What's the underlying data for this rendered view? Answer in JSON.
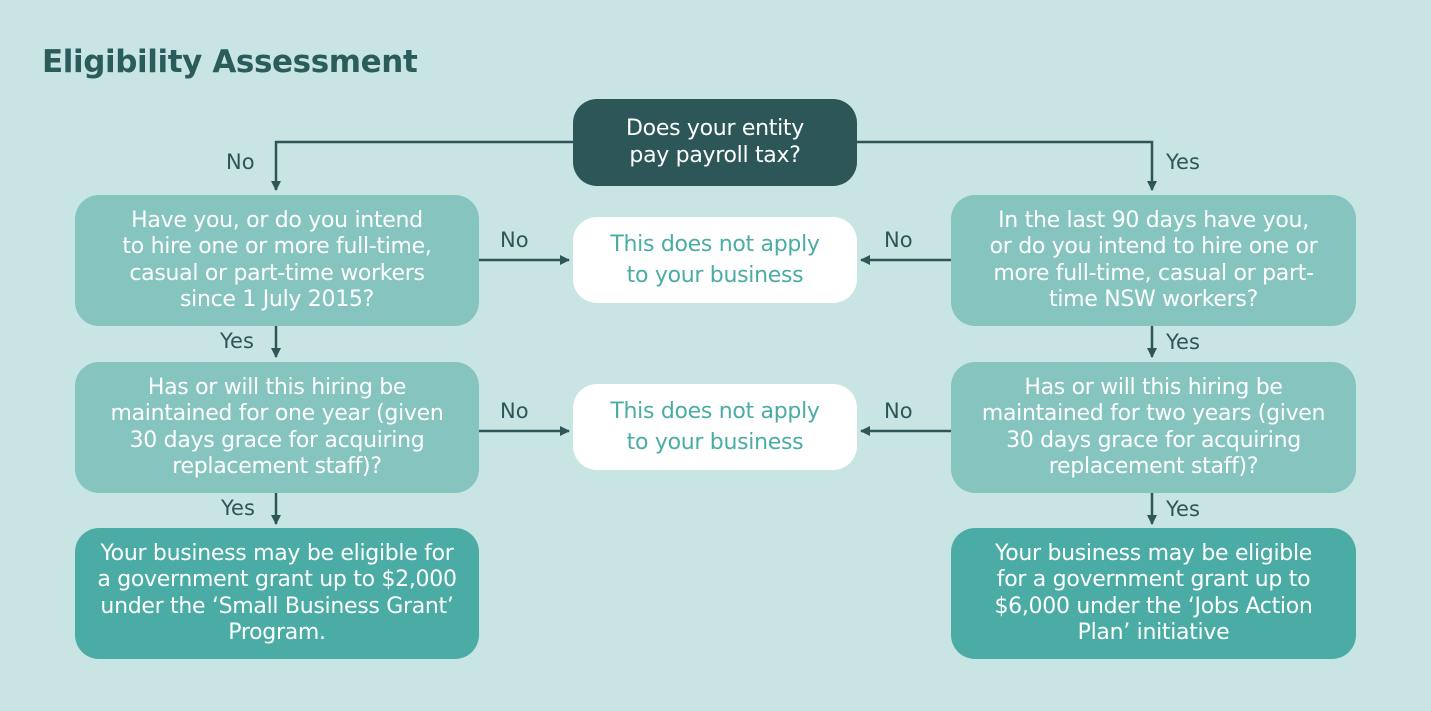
{
  "title": "Eligibility Assessment",
  "nodes": {
    "start": "Does your entity pay payroll tax?",
    "left_q1": "Have you, or do you intend to hire one or more full-time, casual or part-time workers since 1 July 2015?",
    "left_q2": "Has or will this hiring be maintained for one year (given 30 days grace for acquiring replacement staff)?",
    "left_result": "Your business may be eligible for a government grant up to $2,000 under the ‘Small Business Grant’ Program.",
    "right_q1": "In the last 90 days have you, or do you intend to hire one or more full-time, casual or part-time NSW workers?",
    "right_q2": "Has or will this hiring be maintained for two years (given 30 days grace for acquiring replacement staff)?",
    "right_result": "Your business may be eligible for a government grant up to $6,000 under the ‘Jobs Action Plan’ initiative",
    "not_apply_1": "This does not apply to your business",
    "not_apply_2": "This does not apply to your business"
  },
  "edge_labels": {
    "start_no": "No",
    "start_yes": "Yes",
    "left_q1_yes": "Yes",
    "left_q1_no": "No",
    "left_q2_yes": "Yes",
    "left_q2_no": "No",
    "right_q1_yes": "Yes",
    "right_q1_no": "No",
    "right_q2_yes": "Yes",
    "right_q2_no": "No"
  },
  "lines": {
    "start": [
      "Does your entity",
      "pay payroll tax?"
    ],
    "left_q1": [
      "Have you, or do you intend",
      "to hire one or more full-time,",
      "casual or part-time workers",
      "since 1 July 2015?"
    ],
    "left_q2": [
      "Has or will this hiring be",
      "maintained for one year (given",
      "30 days grace for acquiring",
      "replacement staff)?"
    ],
    "left_result": [
      "Your business may be eligible for",
      "a government grant up to $2,000",
      "under the ‘Small Business Grant’",
      "Program."
    ],
    "right_q1": [
      "In the last 90 days have you,",
      "or do you intend to hire one or",
      "more full-time, casual or part-",
      "time NSW workers?"
    ],
    "right_q2": [
      "Has or will this hiring be",
      "maintained for two years (given",
      "30 days grace for acquiring",
      "replacement staff)?"
    ],
    "right_result": [
      "Your business may be eligible",
      "for a government grant up to",
      "$6,000 under the ‘Jobs Action",
      "Plan’ initiative"
    ],
    "not_apply_1": [
      "This does not apply",
      "to your business"
    ],
    "not_apply_2": [
      "This does not apply",
      "to your business"
    ]
  },
  "colors": {
    "background": "#c9e5e3",
    "start_node": "#2c5658",
    "question_node": "#86c5bf",
    "result_node": "#4aaca5",
    "not_apply_node": "#ffffff",
    "arrow": "#2c5658"
  }
}
